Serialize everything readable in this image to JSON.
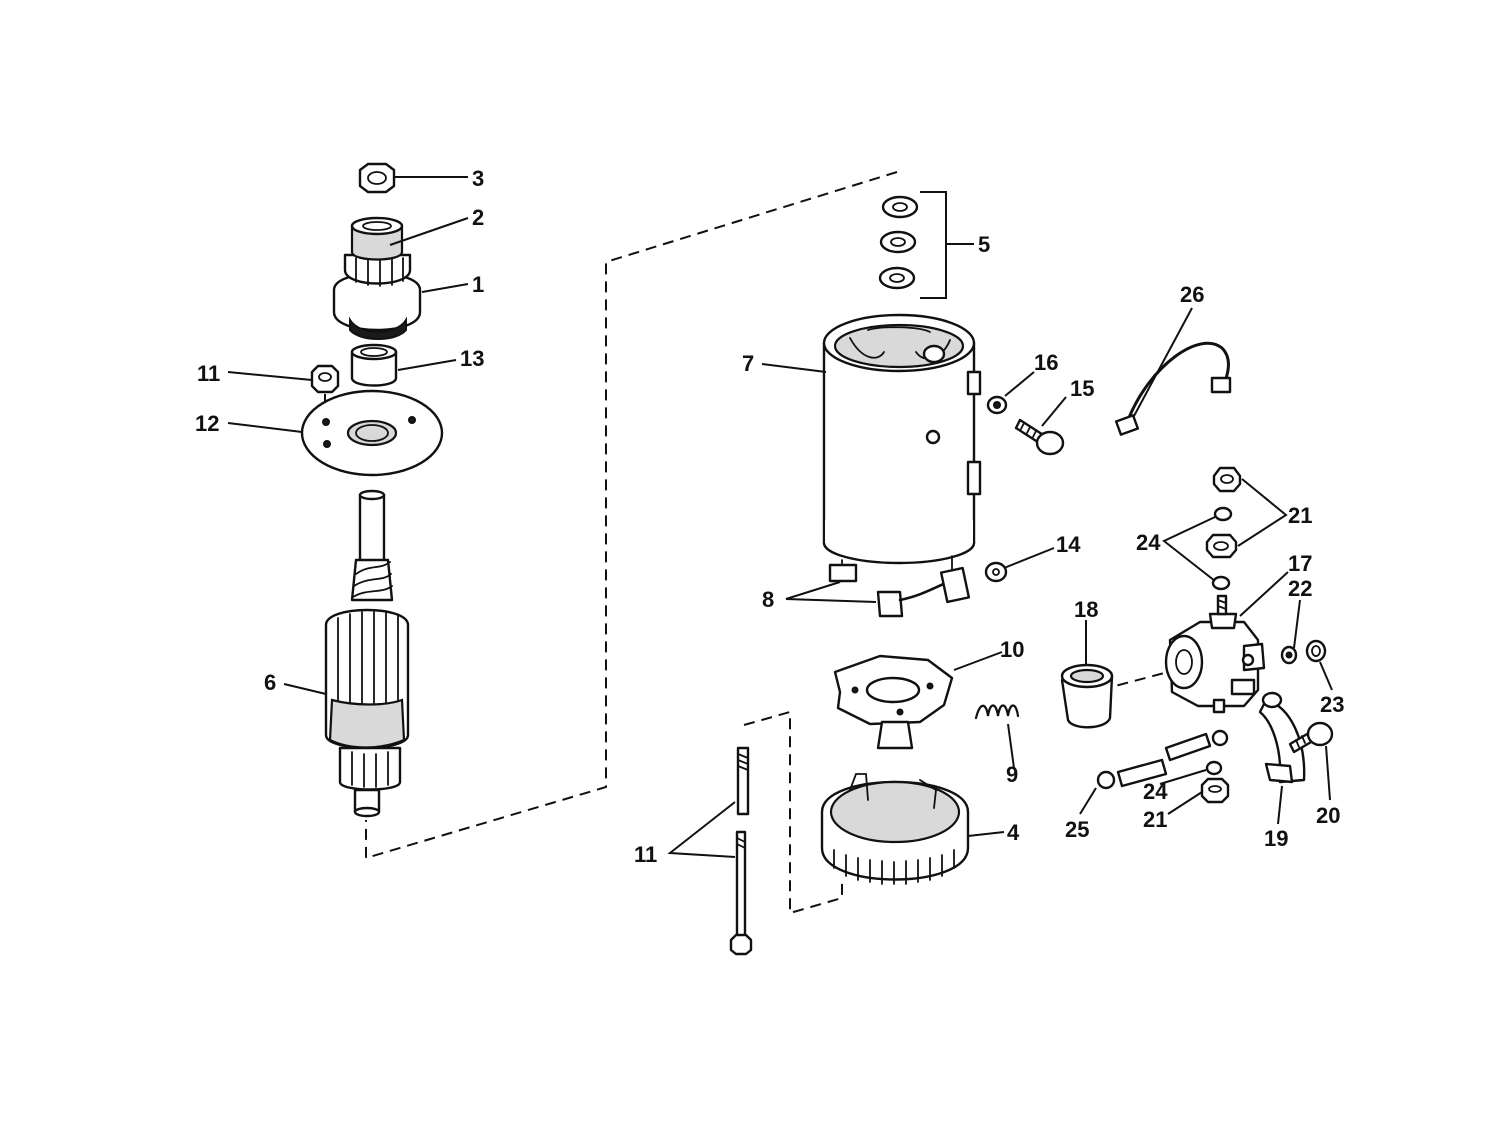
{
  "callouts": {
    "c1": "1",
    "c2": "2",
    "c3": "3",
    "c4": "4",
    "c5": "5",
    "c6": "6",
    "c7": "7",
    "c8": "8",
    "c9": "9",
    "c10": "10",
    "c11a": "11",
    "c11b": "11",
    "c12": "12",
    "c13": "13",
    "c14": "14",
    "c15": "15",
    "c16": "16",
    "c17": "17",
    "c18": "18",
    "c19": "19",
    "c20": "20",
    "c21a": "21",
    "c21b": "21",
    "c22": "22",
    "c23": "23",
    "c24a": "24",
    "c24b": "24",
    "c25": "25",
    "c26": "26"
  }
}
